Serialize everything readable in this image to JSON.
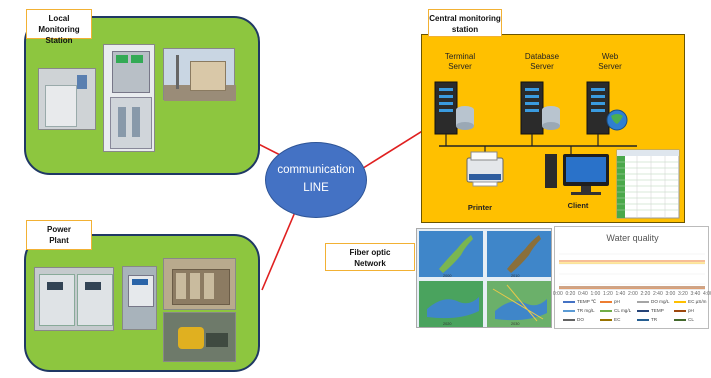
{
  "local_station": {
    "label_line1": "Local Monitoring",
    "label_line2": "Station"
  },
  "power_plant": {
    "label_line1": "Power",
    "label_line2": "Plant"
  },
  "central_station": {
    "label_line1": "Central monitoring",
    "label_line2": "station",
    "servers": [
      {
        "line1": "Terminal",
        "line2": "Server"
      },
      {
        "line1": "Database",
        "line2": "Server"
      },
      {
        "line1": "Web",
        "line2": "Server"
      }
    ],
    "printer_label": "Printer",
    "client_label": "Client"
  },
  "communication": {
    "line1": "communication",
    "line2": "LINE"
  },
  "fiber": {
    "line1": "Fiber  optic",
    "line2": "Network"
  },
  "maps": {
    "captions": [
      "2000",
      "2010",
      "2020",
      "2030"
    ]
  },
  "water_quality": {
    "title": "Water quality",
    "x_ticks": [
      "0:00",
      "0:20",
      "0:40",
      "1:00",
      "1:20",
      "1:40",
      "2:00",
      "2:20",
      "2:40",
      "3:00",
      "3:20",
      "3:40",
      "4:00"
    ],
    "legend": [
      {
        "name": "TEMP ℃",
        "color": "#4472c4"
      },
      {
        "name": "pH",
        "color": "#ed7d31"
      },
      {
        "name": "DO mg/L",
        "color": "#a5a5a5"
      },
      {
        "name": "EC μS/m",
        "color": "#ffc000"
      },
      {
        "name": "TR mg/L",
        "color": "#5b9bd5"
      },
      {
        "name": "CL mg/L",
        "color": "#70ad47"
      },
      {
        "name": "TEMP",
        "color": "#264478"
      },
      {
        "name": "pH",
        "color": "#9e480e"
      },
      {
        "name": "DO",
        "color": "#636363"
      },
      {
        "name": "EC",
        "color": "#997300"
      },
      {
        "name": "TR",
        "color": "#255e91"
      },
      {
        "name": "CL",
        "color": "#43682b"
      }
    ]
  }
}
